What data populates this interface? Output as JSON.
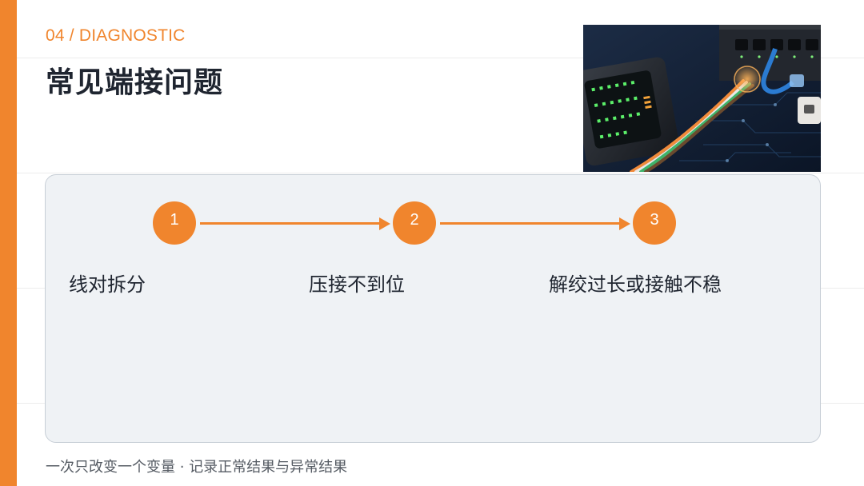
{
  "header": {
    "section_label": "04 / DIAGNOSTIC",
    "title": "常见端接问题"
  },
  "photo": {
    "subject": "network-cable-tester-photo"
  },
  "steps": [
    {
      "number": "1",
      "label": "线对拆分"
    },
    {
      "number": "2",
      "label": "压接不到位"
    },
    {
      "number": "3",
      "label": "解绞过长或接触不稳"
    }
  ],
  "footer": {
    "note": "一次只改变一个变量 · 记录正常结果与异常结果"
  },
  "colors": {
    "accent": "#F0852D",
    "panel_bg": "#eff2f5",
    "text_dark": "#1f2530"
  }
}
